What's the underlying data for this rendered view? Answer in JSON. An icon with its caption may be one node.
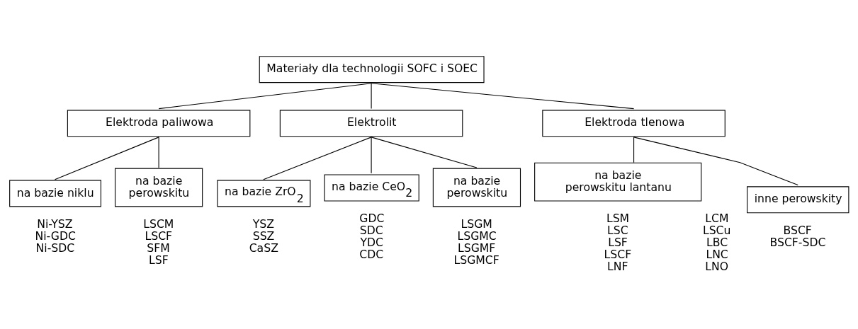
{
  "diagram": {
    "nodes": [
      {
        "text": [
          "Materiały dla technologii SOFC i SOEC"
        ]
      },
      {
        "text": [
          "Elektroda paliwowa"
        ]
      },
      {
        "text": [
          "Elektrolit"
        ]
      },
      {
        "text": [
          "Elektroda tlenowa"
        ]
      },
      {
        "text": [
          "na bazie niklu"
        ],
        "beside": [
          "Ni-YSZ",
          "Ni-GDC",
          "Ni-SDC"
        ]
      },
      {
        "text": [
          "na bazie perowskitu"
        ],
        "beside": [
          "LSCM",
          "LSCF",
          "SFM",
          "LSF"
        ]
      },
      {
        "text": [
          "na bazie ZrO$_{2}$"
        ],
        "beside": [
          "YSZ",
          "SSZ",
          "CaSZ"
        ]
      },
      {
        "text": [
          "na bazie CeO$_{2}$"
        ],
        "beside": [
          "GDC",
          "SDC",
          "YDC",
          "CDC"
        ]
      },
      {
        "text": [
          "na bazie perowskitu"
        ],
        "beside": [
          "LSGM",
          "LSGMC",
          "LSGMF",
          "LSGMCF"
        ]
      },
      {
        "text": [
          "na bazie perowskitu lantanu"
        ],
        "beside": [
          "LSM",
          "LSC",
          "LSF",
          "LSCF",
          "LNF",
          "LCM",
          "LSCu",
          "LBC",
          "LNC",
          "LNO"
        ]
      },
      {
        "text": [
          "inne perowskity"
        ],
        "beside": [
          "BSCF",
          "BSCF-SDC"
        ]
      }
    ],
    "edges": [
      {
        "from": 0,
        "to": 1,
        "arrow": "none"
      },
      {
        "from": 0,
        "to": 2,
        "arrow": "none"
      },
      {
        "from": 0,
        "to": 3,
        "arrow": "none"
      },
      {
        "from": 1,
        "to": 4,
        "arrow": "none"
      },
      {
        "from": 1,
        "to": 5,
        "arrow": "none"
      },
      {
        "from": 2,
        "to": 6,
        "arrow": "none"
      },
      {
        "from": 2,
        "to": 7,
        "arrow": "none"
      },
      {
        "from": 2,
        "to": 8,
        "arrow": "none"
      },
      {
        "from": 3,
        "to": 9,
        "arrow": "none"
      },
      {
        "from": 3,
        "to": 10,
        "arrow": "none"
      }
    ]
  }
}
